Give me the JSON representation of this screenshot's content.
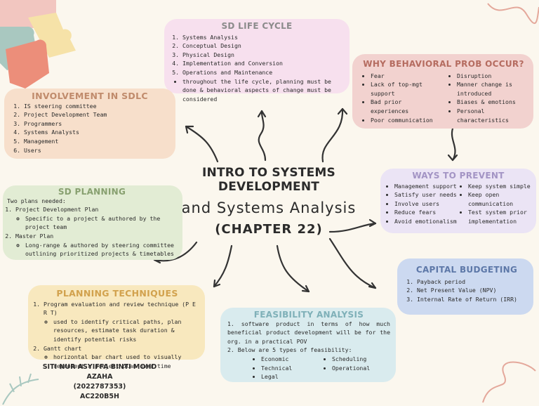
{
  "title": {
    "line1": "INTRO TO SYSTEMS DEVELOPMENT",
    "line2": "and Systems Analysis",
    "line3": "(CHAPTER 22)"
  },
  "sd_life_cycle": {
    "heading": "SD LIFE CYCLE",
    "items": [
      "Systems Analysis",
      "Conceptual Design",
      "Physical Design",
      "Implementation and Conversion",
      "Operations and Maintenance"
    ],
    "note": "throughout the life cycle, planning must be done & behavioral aspects of change must be considered"
  },
  "involvement": {
    "heading": "INVOLVEMENT IN SDLC",
    "items": [
      "IS steering committee",
      "Project Development Team",
      "Programmers",
      "Systems Analysts",
      "Management",
      "Users"
    ]
  },
  "behavioral": {
    "heading": "WHY BEHAVIORAL PROB OCCUR?",
    "left": [
      "Fear",
      "Lack of top-mgt support",
      "Bad prior experiences",
      "Poor communication"
    ],
    "right": [
      "Disruption",
      "Manner change is introduced",
      "Biases & emotions",
      "Personal characteristics"
    ]
  },
  "ways": {
    "heading": "WAYS TO PREVENT",
    "left": [
      "Management support",
      "Satisfy user needs",
      "Involve users",
      "Reduce fears",
      "Avoid emotionalism"
    ],
    "right": [
      "Keep system simple",
      "Keep open communication",
      "Test system prior implementation"
    ]
  },
  "sd_planning": {
    "heading": "SD PLANNING",
    "intro": "Two plans needed:",
    "plan1": "Project Development Plan",
    "plan1_note": "Specific to a project & authored by the project team",
    "plan2": "Master Plan",
    "plan2_note": "Long-range & authored by steering committee outlining prioritized projects & timetables"
  },
  "capital": {
    "heading": "CAPITAL BUDGETING",
    "items": [
      "Payback period",
      "Net Present Value (NPV)",
      "Internal Rate of Return (IRR)"
    ]
  },
  "planning_tech": {
    "heading": "PLANNING TECHNIQUES",
    "t1": "Program evaluation and review technique (P E R T)",
    "t1_note": "used to identify critical paths, plan resources, estimate task duration & identify potential risks",
    "t2": "Gantt chart",
    "t2_note": "horizontal bar chart used to visually represent a project plan over time"
  },
  "feasibility": {
    "heading": "FEASIBILITY ANALYSIS",
    "p1": "software product in terms of how much beneficial product development will be for the org. in a practical POV",
    "p2": "Below are 5 types of feasibility:",
    "left": [
      "Economic",
      "Technical",
      "Legal"
    ],
    "right": [
      "Scheduling",
      "Operational"
    ]
  },
  "author": {
    "name": "SITI NUR ASYIFFA BINTI MOHD AZAHA",
    "id": "(2022787353)",
    "class": "AC220B5H"
  },
  "colors": {
    "pink": "#f7e0ee",
    "peach": "#f7dfcb",
    "rose": "#f2d2cf",
    "lavender": "#ebe4f5",
    "sage": "#e2ecd4",
    "blue": "#ccd9f0",
    "yellow": "#f8e8be",
    "aqua": "#d9ebee"
  }
}
